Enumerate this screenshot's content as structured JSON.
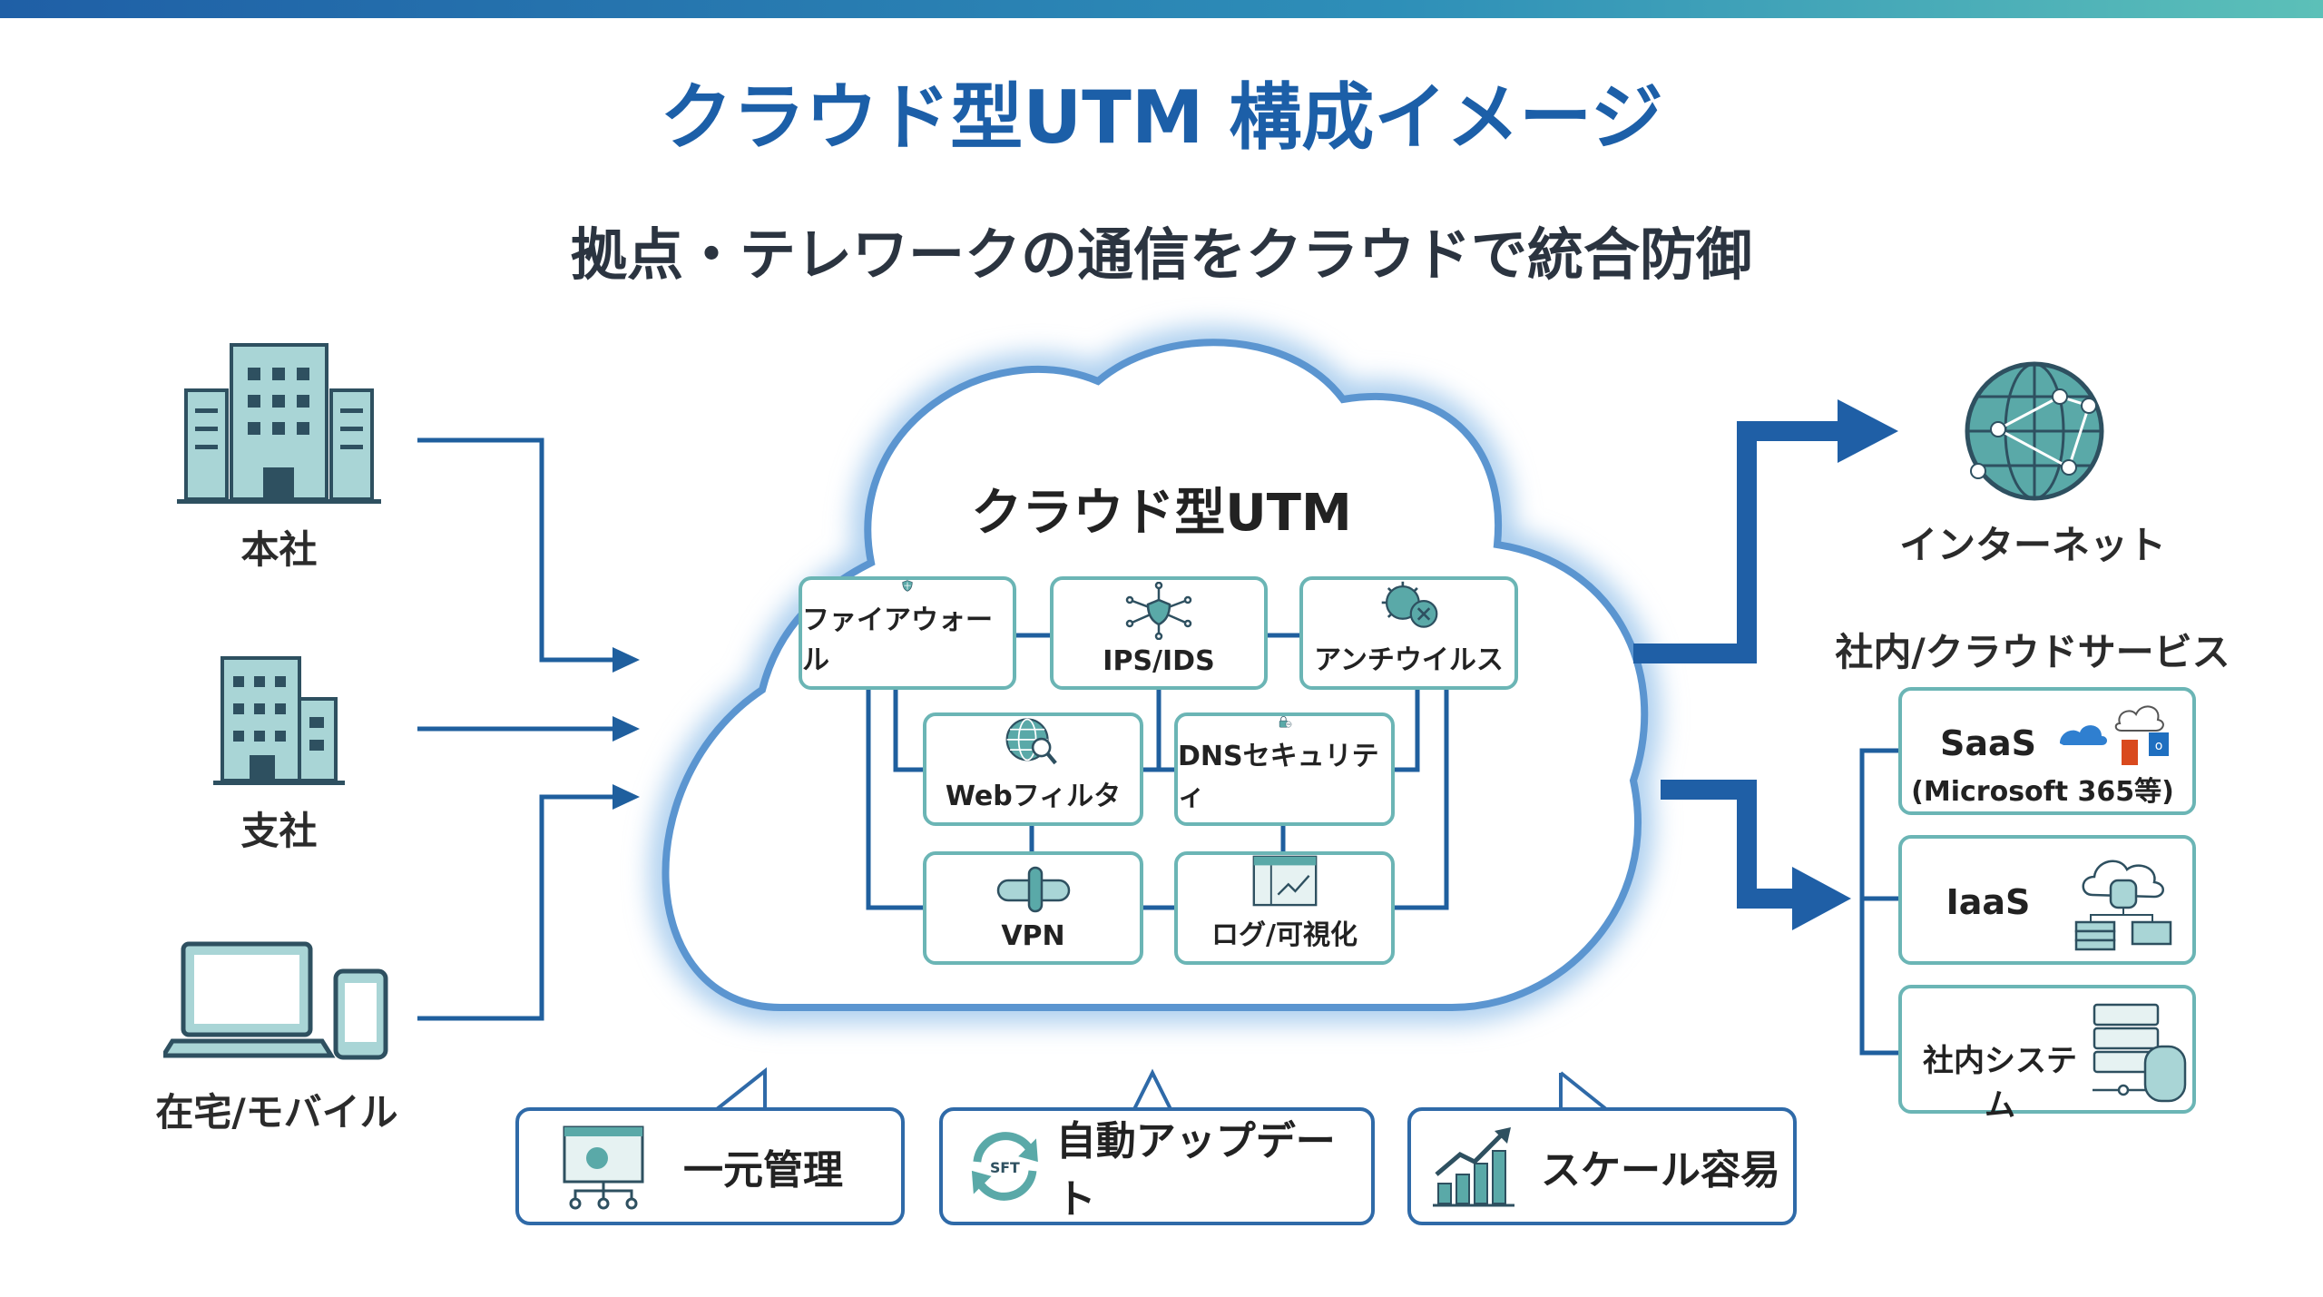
{
  "title": "クラウド型UTM 構成イメージ",
  "subtitle": "拠点・テレワークの通信をクラウドで統合防御",
  "sources": [
    {
      "label": "本社",
      "icon": "office-building-icon"
    },
    {
      "label": "支社",
      "icon": "branch-building-icon"
    },
    {
      "label": "在宅/モバイル",
      "icon": "laptop-phone-icon"
    }
  ],
  "cloud": {
    "title": "クラウド型UTM",
    "functions": [
      {
        "label": "ファイアウォール",
        "icon": "shield-icon"
      },
      {
        "label": "IPS/IDS",
        "icon": "network-shield-icon"
      },
      {
        "label": "アンチウイルス",
        "icon": "virus-icon"
      },
      {
        "label": "Webフィルタ",
        "icon": "globe-search-icon"
      },
      {
        "label": "DNSセキュリティ",
        "icon": "lock-dns-icon"
      },
      {
        "label": "VPN",
        "icon": "tunnel-icon"
      },
      {
        "label": "ログ/可視化",
        "icon": "dashboard-chart-icon"
      }
    ]
  },
  "destinations": {
    "internet": {
      "label": "インターネット",
      "icon": "globe-network-icon"
    },
    "services_heading": "社内/クラウドサービス",
    "services": [
      {
        "label": "SaaS",
        "sublabel": "(Microsoft 365等)",
        "icon": "cloud-apps-icon"
      },
      {
        "label": "IaaS",
        "icon": "cloud-server-icon"
      },
      {
        "label": "社内システム",
        "icon": "server-database-icon"
      }
    ]
  },
  "benefits": [
    {
      "label": "一元管理",
      "icon": "central-management-icon"
    },
    {
      "label": "自動アップデート",
      "icon": "sync-update-icon",
      "badge": "SFT"
    },
    {
      "label": "スケール容易",
      "icon": "growth-chart-icon"
    }
  ],
  "colors": {
    "primary": "#1c5fa8",
    "line": "#1f5f9e",
    "teal": "#5aa9a8",
    "border": "#6bb5b5"
  }
}
